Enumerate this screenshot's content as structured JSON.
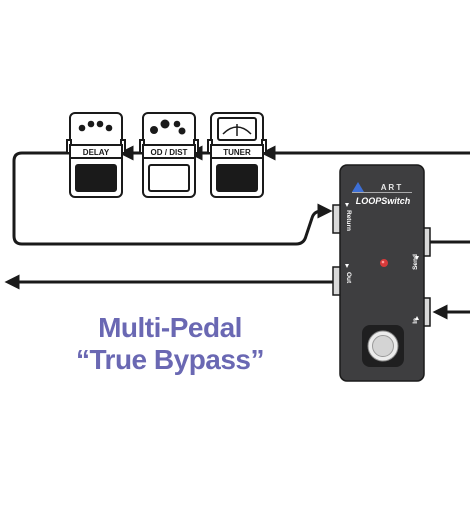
{
  "pedals": [
    {
      "label": "DELAY",
      "icon": "knobs-icon"
    },
    {
      "label": "OD / DIST",
      "icon": "knobs-icon"
    },
    {
      "label": "TUNER",
      "icon": "meter-icon"
    }
  ],
  "loopswitch": {
    "brand": "A R T",
    "model": "LOOPSwitch",
    "jacks": {
      "return": "Return",
      "send": "Send",
      "out": "Out",
      "in": "In"
    }
  },
  "caption": {
    "line1": "Multi-Pedal",
    "line2": "“True Bypass”"
  },
  "colors": {
    "caption": "#6a68b3",
    "cable": "#1a1a1a",
    "unit_body": "#3e3e40",
    "led": "#d63a3a",
    "brand_triangle": "#3d6fd6"
  }
}
